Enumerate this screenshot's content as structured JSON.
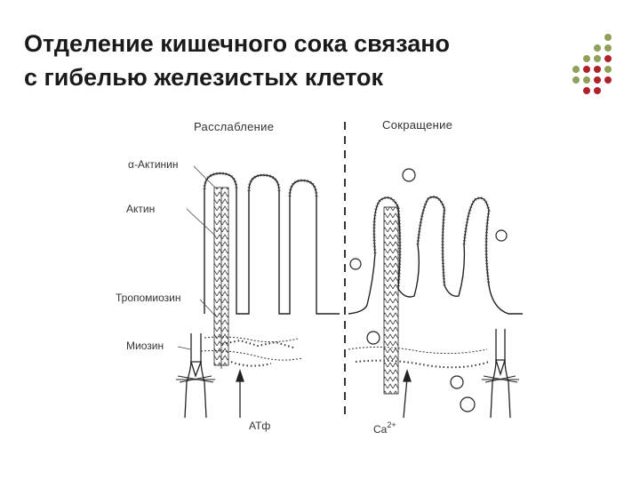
{
  "slide": {
    "title_line1": "Отделение кишечного сока связано",
    "title_line2": "с гибелью железистых клеток"
  },
  "diagram": {
    "left_state": "Расслабление",
    "right_state": "Сокращение",
    "labels": {
      "alpha_actinin": "α-Актинин",
      "actin": "Актин",
      "tropomyosin": "Тропомиозин",
      "myosin": "Миозин",
      "atp": "АТф",
      "calcium": "Ca",
      "calcium_charge": "2+"
    }
  },
  "colors": {
    "logo_green": "#8fa05a",
    "logo_red": "#b0222b",
    "ink": "#222222"
  }
}
